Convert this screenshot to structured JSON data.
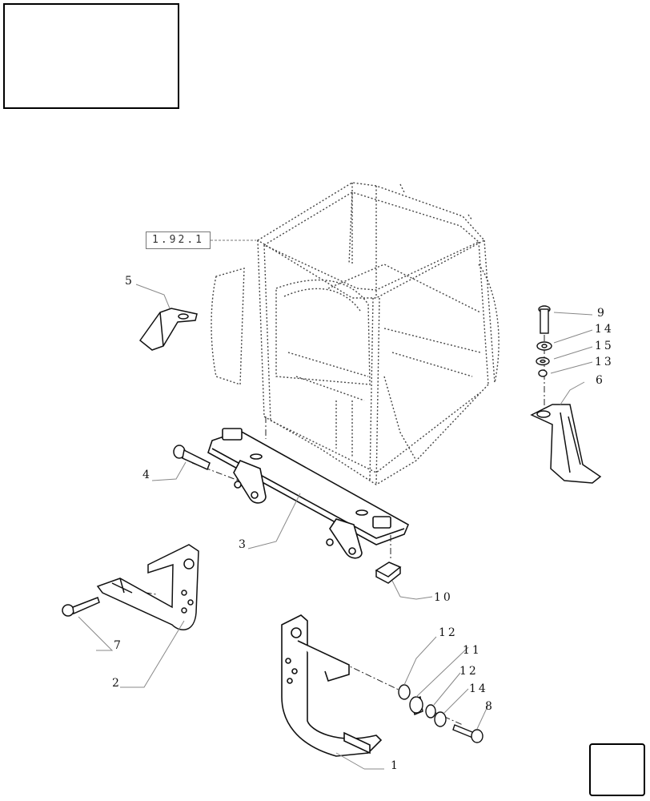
{
  "reference_label": "1.92.1",
  "callouts": {
    "c1": "1",
    "c2": "2",
    "c3": "3",
    "c4": "4",
    "c5": "5",
    "c6": "6",
    "c7": "7",
    "c8": "8",
    "c9": "9",
    "c10": "10",
    "c11": "11",
    "c12a": "12",
    "c12b": "12",
    "c13": "13",
    "c14a": "14",
    "c14b": "14",
    "c15": "15"
  }
}
